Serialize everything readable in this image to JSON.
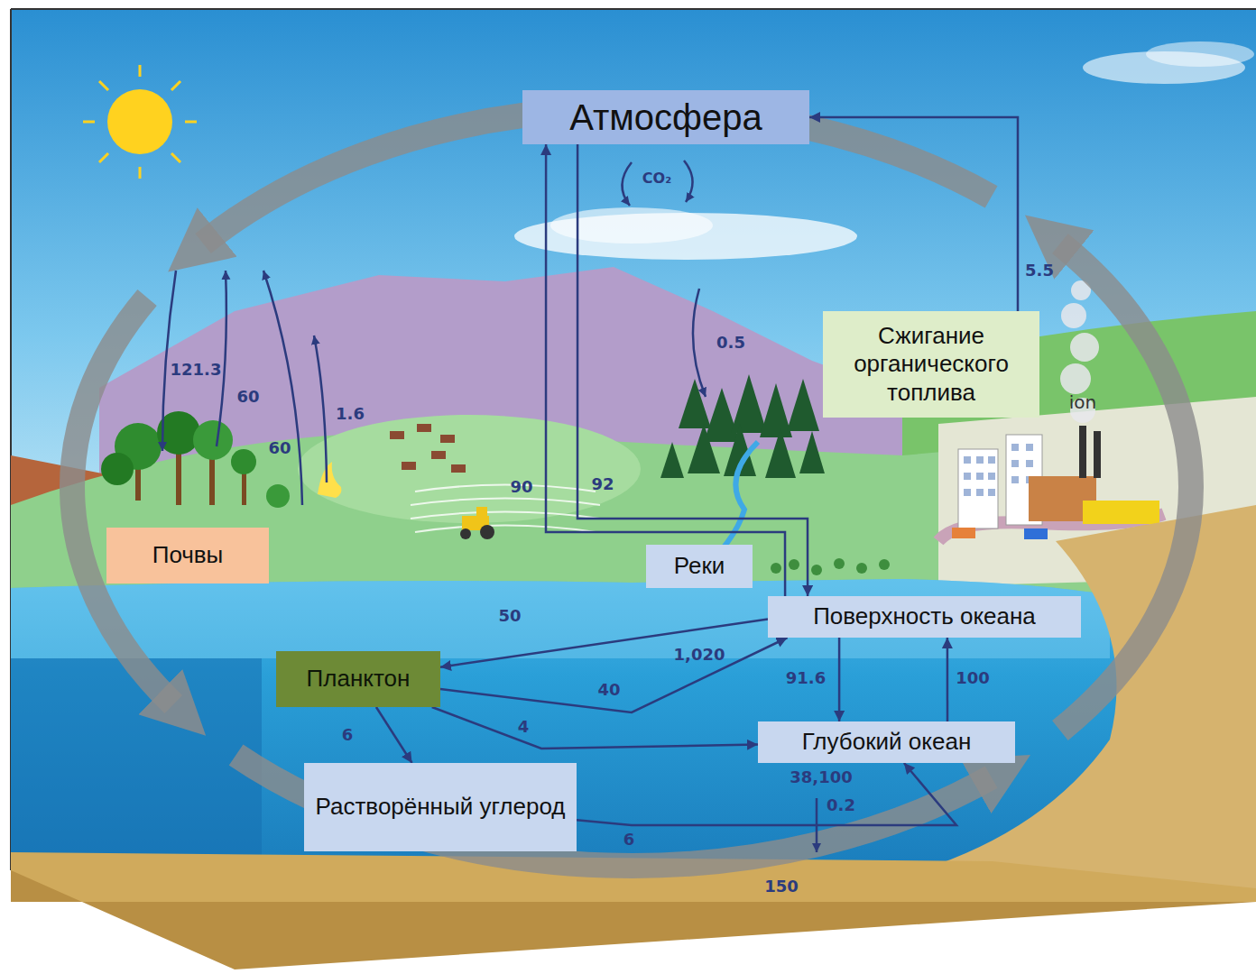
{
  "diagram": {
    "nodes": [
      {
        "text": [
          "Атмосфера"
        ]
      },
      {
        "text": [
          "Сжигание органического топлива"
        ]
      },
      {
        "text": [
          "Почвы"
        ]
      },
      {
        "text": [
          "Реки"
        ]
      },
      {
        "text": [
          "Поверхность океана"
        ]
      },
      {
        "text": [
          "Планктон"
        ]
      },
      {
        "text": [
          "Глубокий океан"
        ]
      },
      {
        "text": [
          "Растворённый углерод"
        ]
      }
    ],
    "edges": [
      {
        "from": 4,
        "to": 5,
        "label": "50",
        "arrow": "to"
      },
      {
        "from": 5,
        "to": 4,
        "label": "40",
        "arrow": "to"
      },
      {
        "from": 5,
        "to": 6,
        "label": "4",
        "arrow": "to"
      },
      {
        "from": 5,
        "to": 7,
        "label": "6",
        "arrow": "to"
      },
      {
        "from": 7,
        "to": 6,
        "label": "6",
        "arrow": "to"
      },
      {
        "from": 4,
        "to": 6,
        "label": "91.6",
        "arrow": "to"
      },
      {
        "from": 6,
        "to": 4,
        "label": "100",
        "arrow": "to"
      },
      {
        "from": 4,
        "to": 0,
        "label": "90",
        "arrow": "to"
      },
      {
        "from": 0,
        "to": 4,
        "label": "92",
        "arrow": "to"
      },
      {
        "from": 1,
        "to": 0,
        "label": "5.5",
        "arrow": "to"
      }
    ],
    "labels": [
      "CO₂",
      "121.3",
      "60",
      "60",
      "1.6",
      "0.5",
      "ion",
      "1,020",
      "38,100",
      "0.2",
      "150"
    ]
  }
}
